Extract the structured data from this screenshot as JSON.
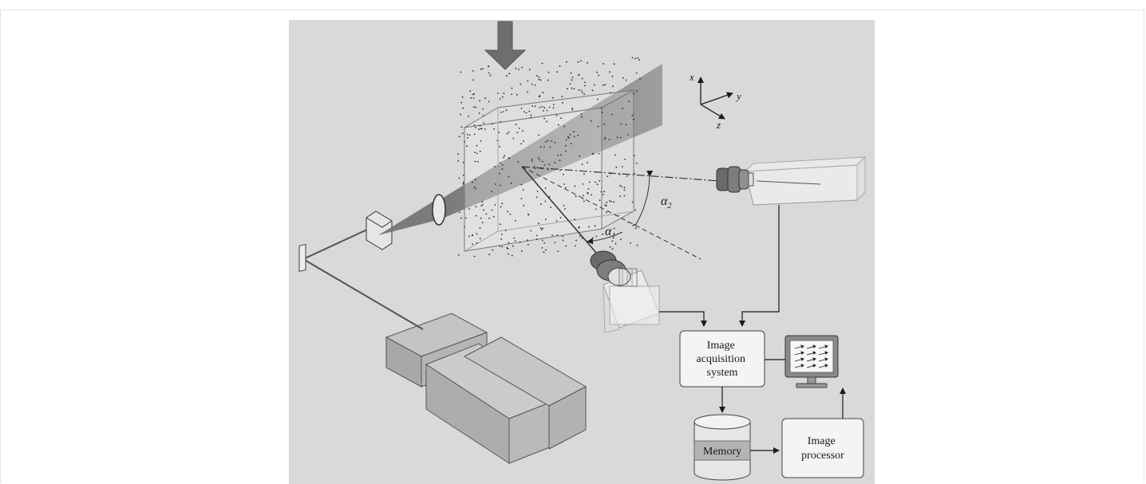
{
  "figure": {
    "axes": {
      "x": "x",
      "y": "y",
      "z": "z"
    },
    "angles": {
      "alpha1": "α",
      "alpha1_sub": "1",
      "alpha2": "α",
      "alpha2_sub": "2"
    },
    "blocks": {
      "acquisition": [
        "Image",
        "acquisition",
        "system"
      ],
      "memory": "Memory",
      "processor": [
        "Image",
        "processor"
      ]
    }
  }
}
